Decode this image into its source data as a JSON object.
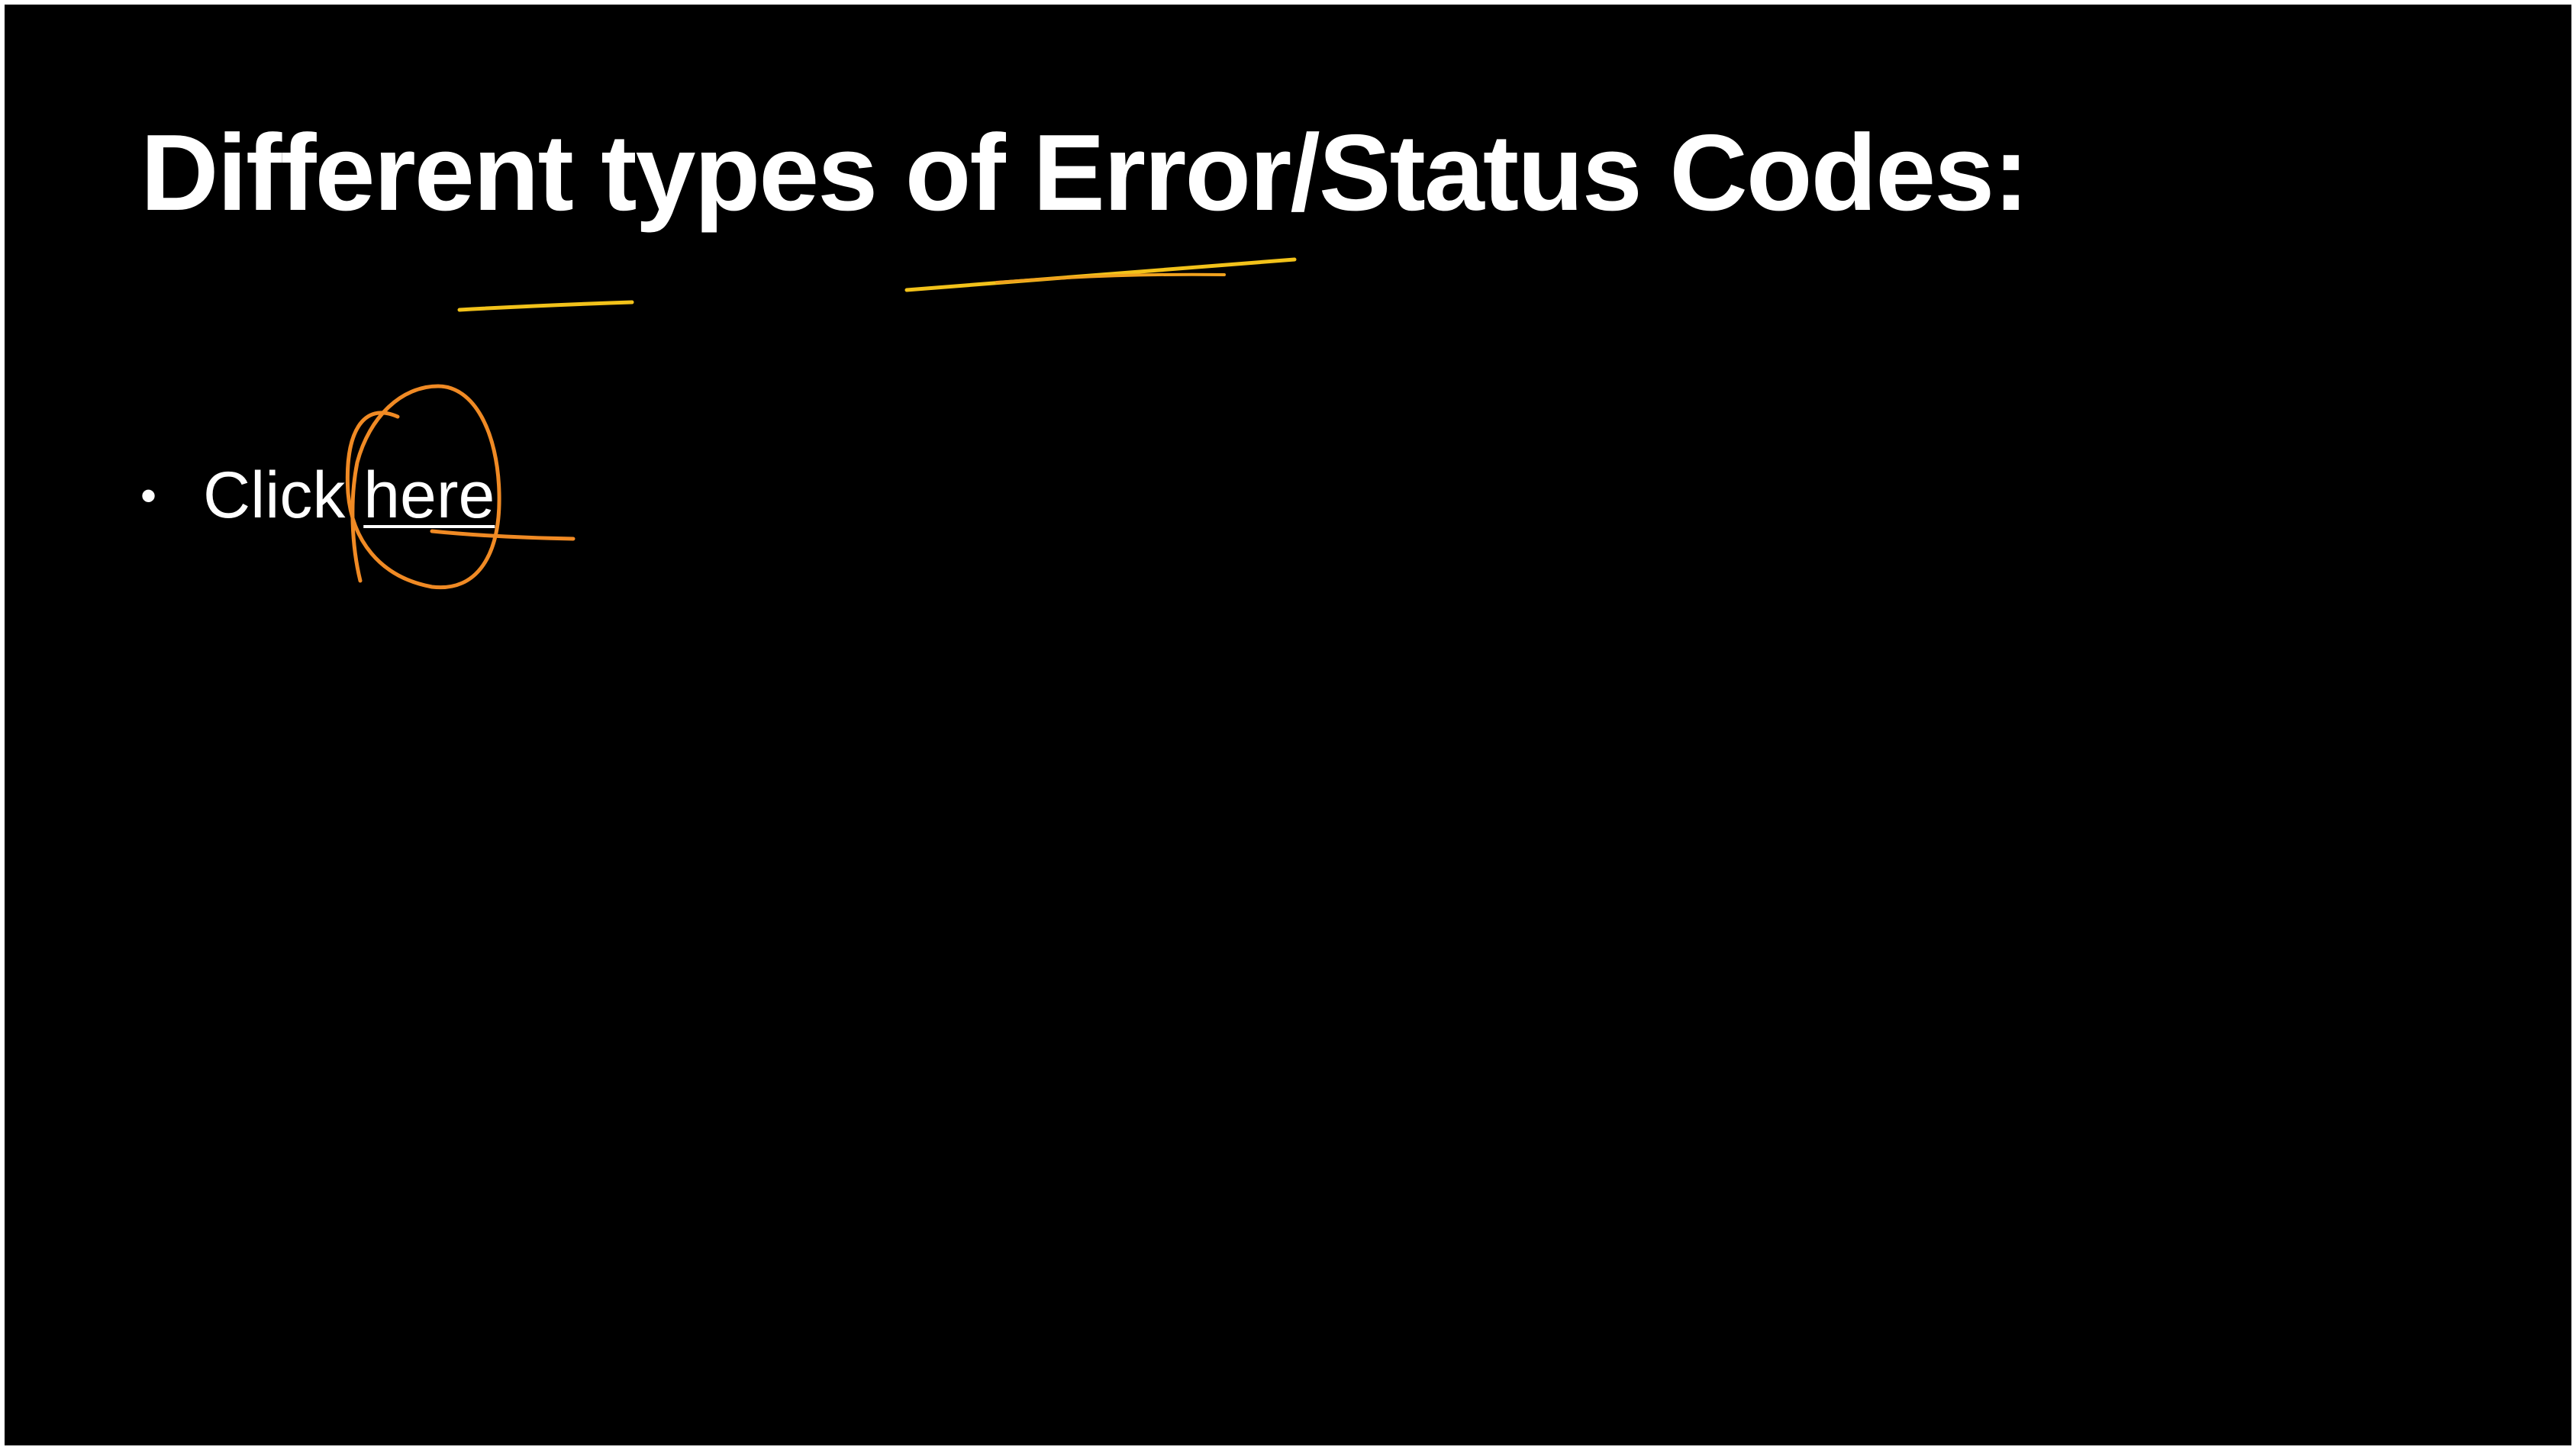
{
  "slide": {
    "title": "Different types of Error/Status Codes:",
    "bullets": [
      {
        "prefix": "Click ",
        "link_text": "here"
      }
    ]
  },
  "annotations": {
    "pen_colors": {
      "highlight_yellow": "#f2c21a",
      "circle_orange": "#f08a24"
    }
  },
  "colors": {
    "background": "#000000",
    "text": "#ffffff"
  }
}
